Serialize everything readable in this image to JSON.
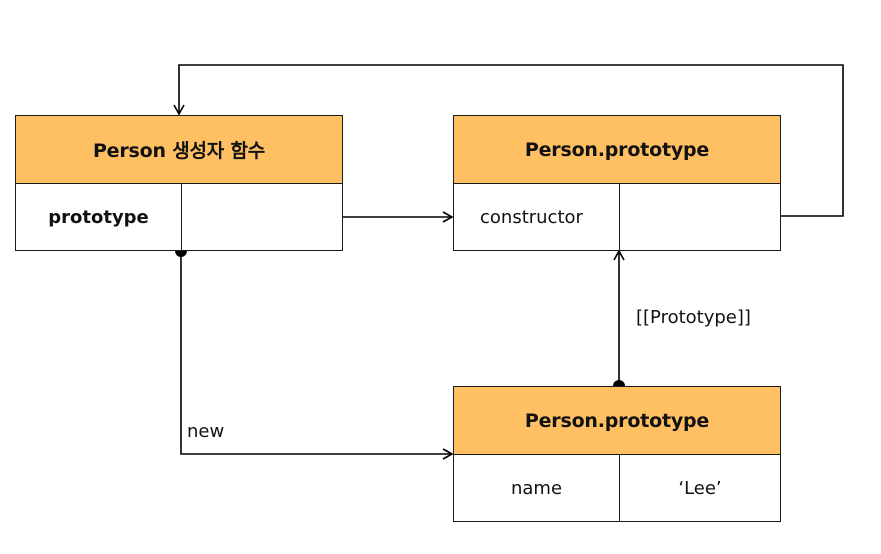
{
  "constructor_box": {
    "title": "Person 생성자 함수",
    "key": "prototype"
  },
  "prototype_box": {
    "title": "Person.prototype",
    "key": "constructor"
  },
  "instance_box": {
    "title": "Person.prototype",
    "key": "name",
    "value": "‘Lee’"
  },
  "labels": {
    "new": "new",
    "prototype_link": "[[Prototype]]"
  },
  "colors": {
    "header_fill": "#FFC063",
    "line": "#000000"
  }
}
